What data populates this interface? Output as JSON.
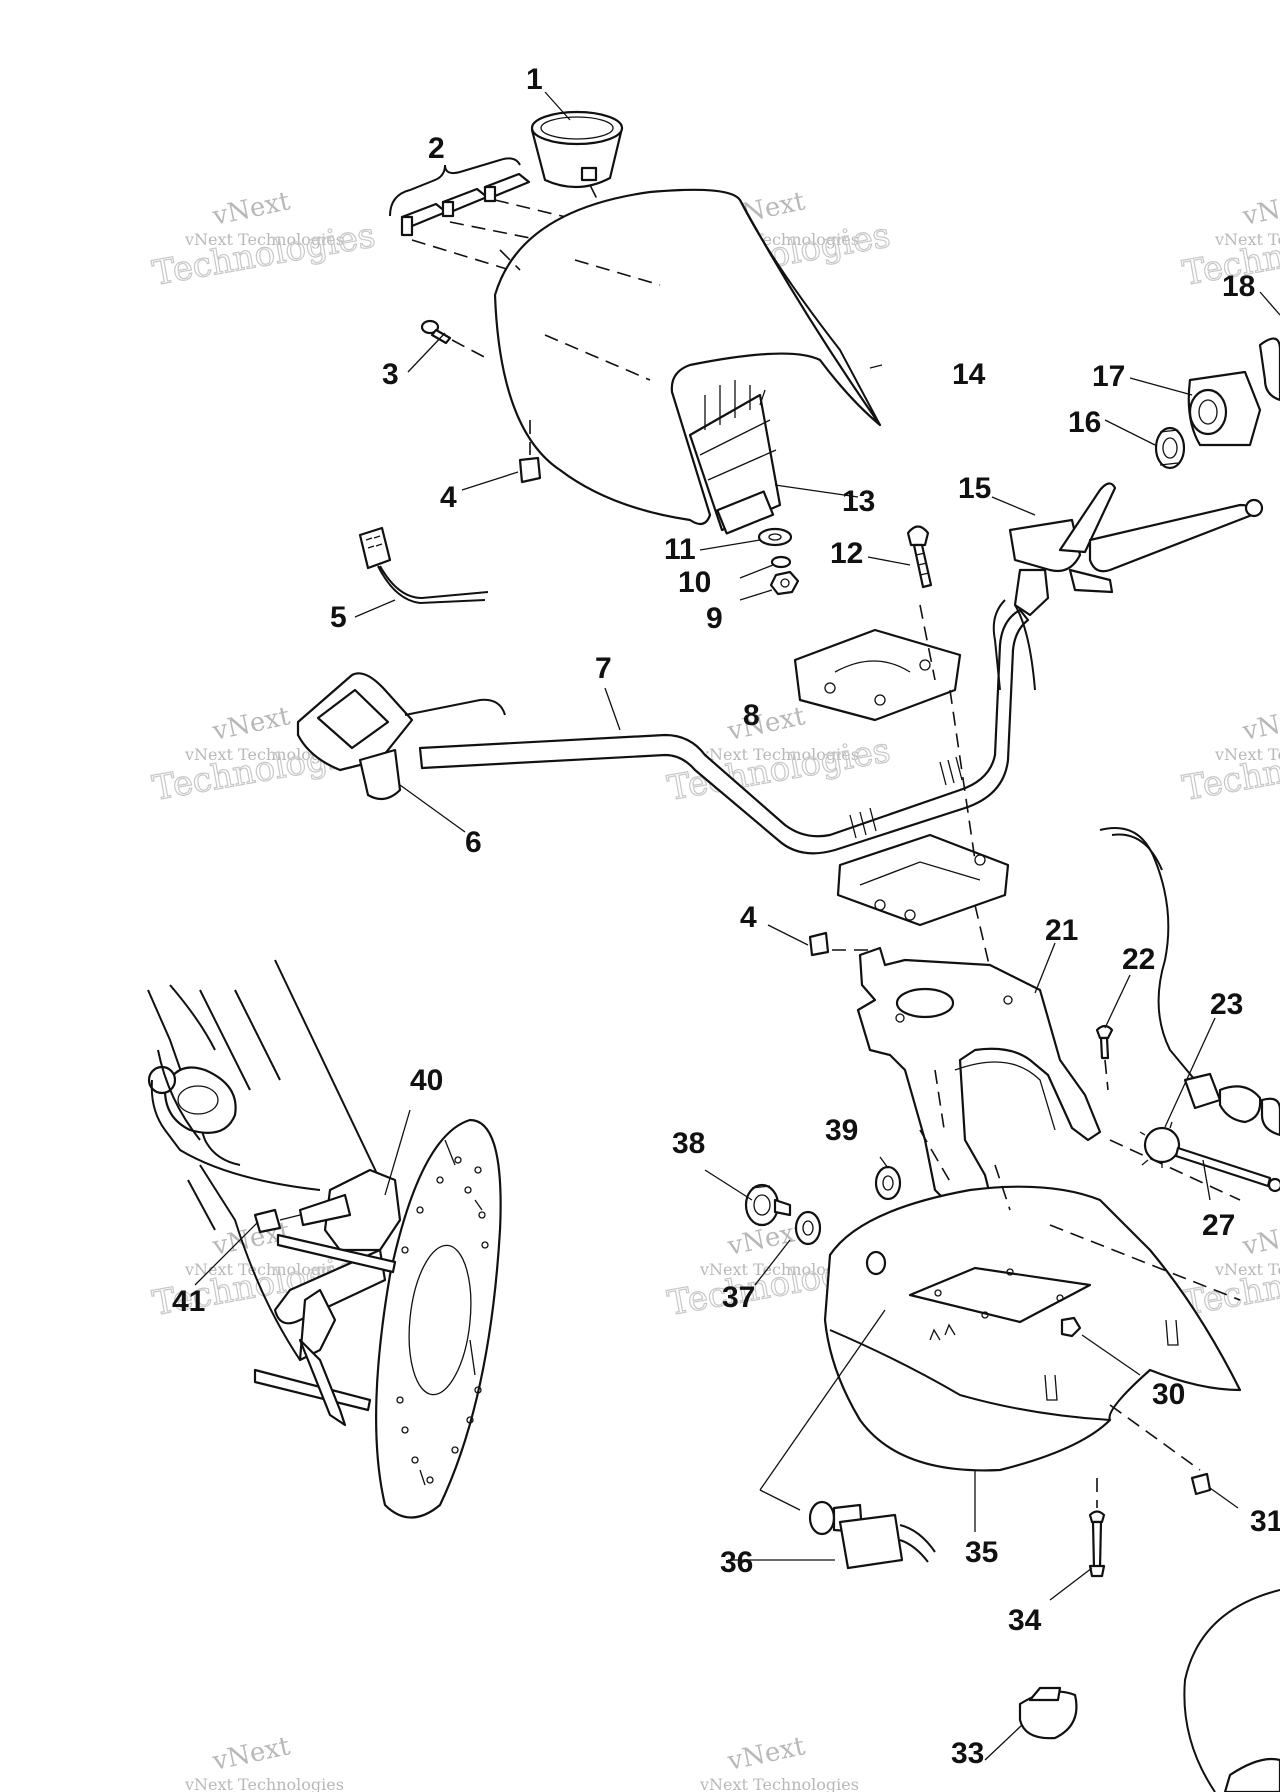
{
  "watermark": {
    "line1": "vNext",
    "line2": "vNext Technologies",
    "line3": "Technologies"
  },
  "callouts": {
    "c1": "1",
    "c2": "2",
    "c3": "3",
    "c4a": "4",
    "c4b": "4",
    "c5": "5",
    "c6": "6",
    "c7": "7",
    "c8": "8",
    "c9": "9",
    "c10": "10",
    "c11": "11",
    "c12": "12",
    "c13": "13",
    "c14": "14",
    "c15": "15",
    "c16": "16",
    "c17": "17",
    "c18": "18",
    "c21": "21",
    "c22": "22",
    "c23": "23",
    "c27": "27",
    "c30": "30",
    "c31": "31",
    "c33": "33",
    "c34": "34",
    "c35": "35",
    "c36": "36",
    "c37": "37",
    "c38": "38",
    "c39": "39",
    "c40": "40",
    "c41": "41"
  }
}
